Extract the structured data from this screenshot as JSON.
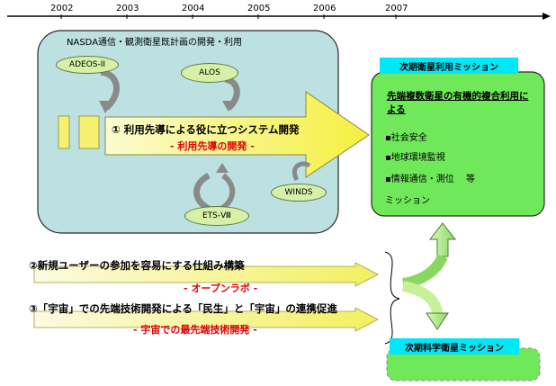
{
  "timeline": {
    "years": [
      "2002",
      "2003",
      "2004",
      "2005",
      "2006",
      "2007"
    ]
  },
  "nasda_panel": {
    "title": "NASDA通信・観測衛星既計画の開発・利用",
    "satellites": [
      "ADEOS-II",
      "ALOS",
      "WINDS",
      "ETS-Ⅷ"
    ],
    "arrow_title": "① 利用先導による役に立つシステム開発",
    "arrow_subtitle": "- 利用先導の開発 -"
  },
  "next_utilization": {
    "label": "次期衛星利用ミッション",
    "heading": "先端複数衛星の有機的複合利用による",
    "items": [
      "▪社会安全",
      "▪地球環境監視",
      "▪情報通信・測位　 等",
      "ミッション"
    ]
  },
  "next_science": {
    "label": "次期科学衛星ミッション"
  },
  "initiatives": [
    {
      "title": "②新規ユーザーの参加を容易にする仕組み構築",
      "subtitle": "- オープンラボ -"
    },
    {
      "title": "③「宇宙」での先端技術開発による「民生」と「宇宙」の連携促進",
      "subtitle": "- 宇宙での最先端技術開発 -"
    }
  ]
}
